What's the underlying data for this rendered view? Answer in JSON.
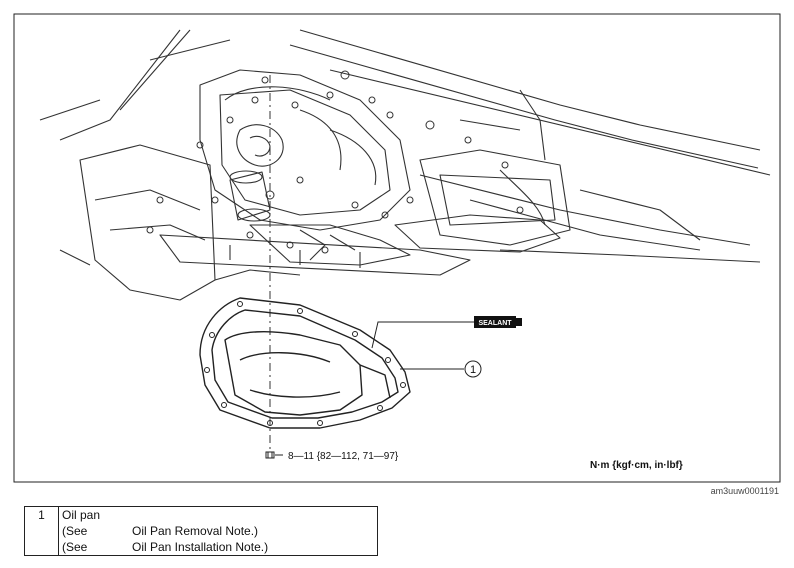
{
  "diagram": {
    "callout": "1",
    "sealant_label": "SEALANT",
    "torque_spec": "8—11 {82—112, 71—97}",
    "units": "N·m {kgf·cm, in·lbf}",
    "figure_id": "am3uuw0001191"
  },
  "legend": {
    "number": "1",
    "name": "Oil pan",
    "rows": [
      {
        "see": "(See",
        "note": "Oil Pan Removal Note.)"
      },
      {
        "see": "(See",
        "note": "Oil Pan Installation Note.)"
      }
    ]
  }
}
